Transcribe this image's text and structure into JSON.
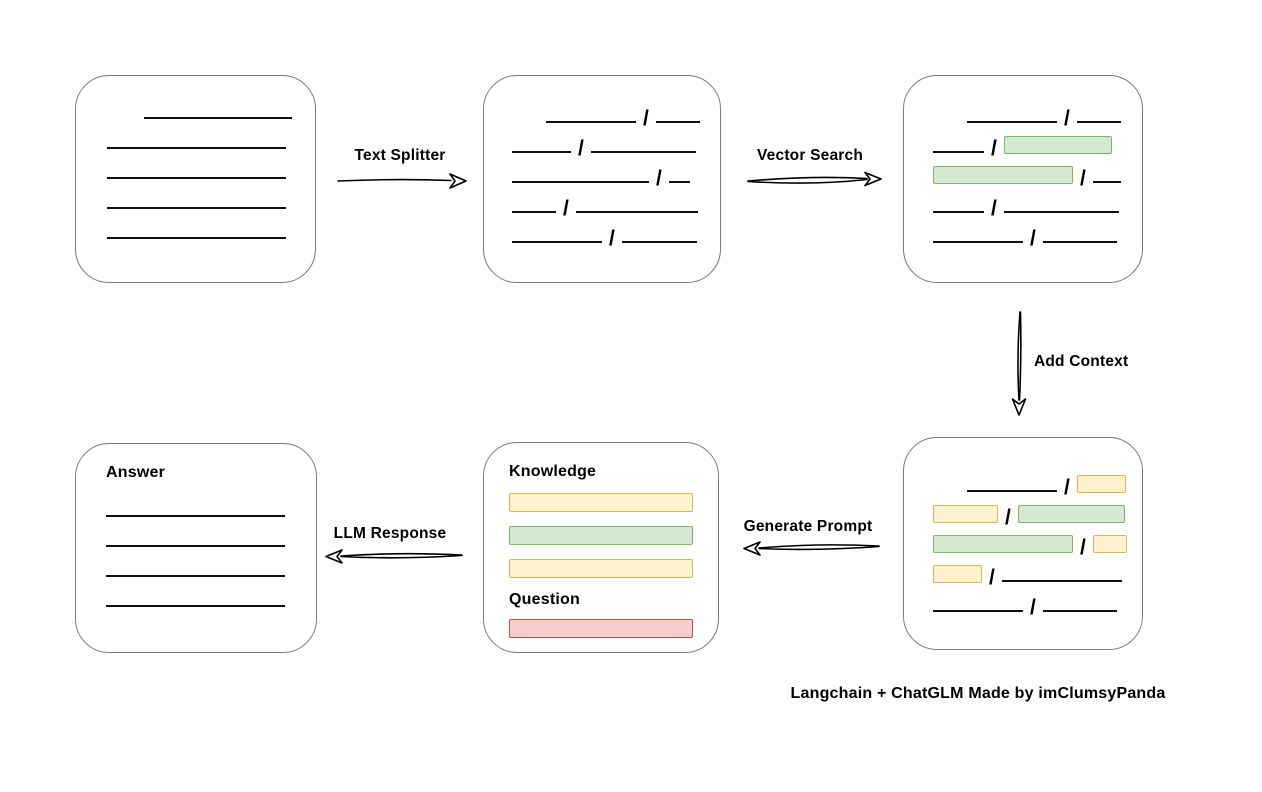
{
  "slash_char": "/",
  "colors": {
    "yellow_fill": "#fff2cc",
    "yellow_border": "#d6b656",
    "green_fill": "#d5e8d4",
    "green_border": "#82b366",
    "red_fill": "#f8cecc",
    "red_border": "#b85450",
    "stroke": "#000000",
    "box_border": "#7a7a7a"
  },
  "labels": {
    "text_splitter": "Text Splitter",
    "vector_search": "Vector Search",
    "add_context": "Add Context",
    "generate_prompt": "Generate Prompt",
    "llm_response": "LLM Response"
  },
  "boxes": {
    "document": {
      "rows": [
        [
          {
            "k": "gap",
            "w": 31
          },
          {
            "k": "line",
            "w": 148
          }
        ],
        [
          {
            "k": "line",
            "w": 179
          }
        ],
        [
          {
            "k": "line",
            "w": 179
          }
        ],
        [
          {
            "k": "line",
            "w": 179
          }
        ],
        [
          {
            "k": "line",
            "w": 179
          }
        ]
      ]
    },
    "chunks": {
      "rows": [
        [
          {
            "k": "gap",
            "w": 28
          },
          {
            "k": "line",
            "w": 90
          },
          {
            "k": "slash"
          },
          {
            "k": "line",
            "w": 44
          }
        ],
        [
          {
            "k": "line",
            "w": 59
          },
          {
            "k": "slash"
          },
          {
            "k": "line",
            "w": 105
          }
        ],
        [
          {
            "k": "line",
            "w": 137
          },
          {
            "k": "slash"
          },
          {
            "k": "line",
            "w": 21
          }
        ],
        [
          {
            "k": "line",
            "w": 44
          },
          {
            "k": "slash"
          },
          {
            "k": "line",
            "w": 122
          }
        ],
        [
          {
            "k": "line",
            "w": 90
          },
          {
            "k": "slash"
          },
          {
            "k": "line",
            "w": 75
          }
        ]
      ]
    },
    "matched_chunks": {
      "rows": [
        [
          {
            "k": "gap",
            "w": 28
          },
          {
            "k": "line",
            "w": 90
          },
          {
            "k": "slash"
          },
          {
            "k": "line",
            "w": 44
          }
        ],
        [
          {
            "k": "line",
            "w": 51
          },
          {
            "k": "slash"
          },
          {
            "k": "chip",
            "c": "green",
            "w": 106
          }
        ],
        [
          {
            "k": "chip",
            "c": "green",
            "w": 138
          },
          {
            "k": "slash"
          },
          {
            "k": "line",
            "w": 28
          }
        ],
        [
          {
            "k": "line",
            "w": 51
          },
          {
            "k": "slash"
          },
          {
            "k": "line",
            "w": 115
          }
        ],
        [
          {
            "k": "line",
            "w": 90
          },
          {
            "k": "slash"
          },
          {
            "k": "line",
            "w": 74
          }
        ]
      ]
    },
    "context_chunks": {
      "rows": [
        [
          {
            "k": "gap",
            "w": 28
          },
          {
            "k": "line",
            "w": 90
          },
          {
            "k": "slash"
          },
          {
            "k": "chip",
            "c": "yellow",
            "w": 47
          }
        ],
        [
          {
            "k": "chip",
            "c": "yellow",
            "w": 63
          },
          {
            "k": "slash"
          },
          {
            "k": "chip",
            "c": "green",
            "w": 105
          }
        ],
        [
          {
            "k": "chip",
            "c": "green",
            "w": 138
          },
          {
            "k": "slash"
          },
          {
            "k": "chip",
            "c": "yellow",
            "w": 32
          }
        ],
        [
          {
            "k": "chip",
            "c": "yellow",
            "w": 47
          },
          {
            "k": "slash"
          },
          {
            "k": "line",
            "w": 120
          }
        ],
        [
          {
            "k": "line",
            "w": 90
          },
          {
            "k": "slash"
          },
          {
            "k": "line",
            "w": 74
          }
        ]
      ]
    },
    "prompt": {
      "knowledge_label": "Knowledge",
      "question_label": "Question",
      "knowledge_bars": [
        {
          "c": "yellow",
          "w": 182
        },
        {
          "c": "green",
          "w": 182
        },
        {
          "c": "yellow",
          "w": 182
        }
      ],
      "question_bars": [
        {
          "c": "red",
          "w": 182
        }
      ]
    },
    "answer": {
      "label": "Answer",
      "rows": [
        [
          {
            "k": "line",
            "w": 179
          }
        ],
        [
          {
            "k": "line",
            "w": 179
          }
        ],
        [
          {
            "k": "line",
            "w": 179
          }
        ],
        [
          {
            "k": "line",
            "w": 179
          }
        ]
      ]
    }
  },
  "footer": {
    "credit": "Langchain + ChatGLM Made by imClumsyPanda"
  }
}
